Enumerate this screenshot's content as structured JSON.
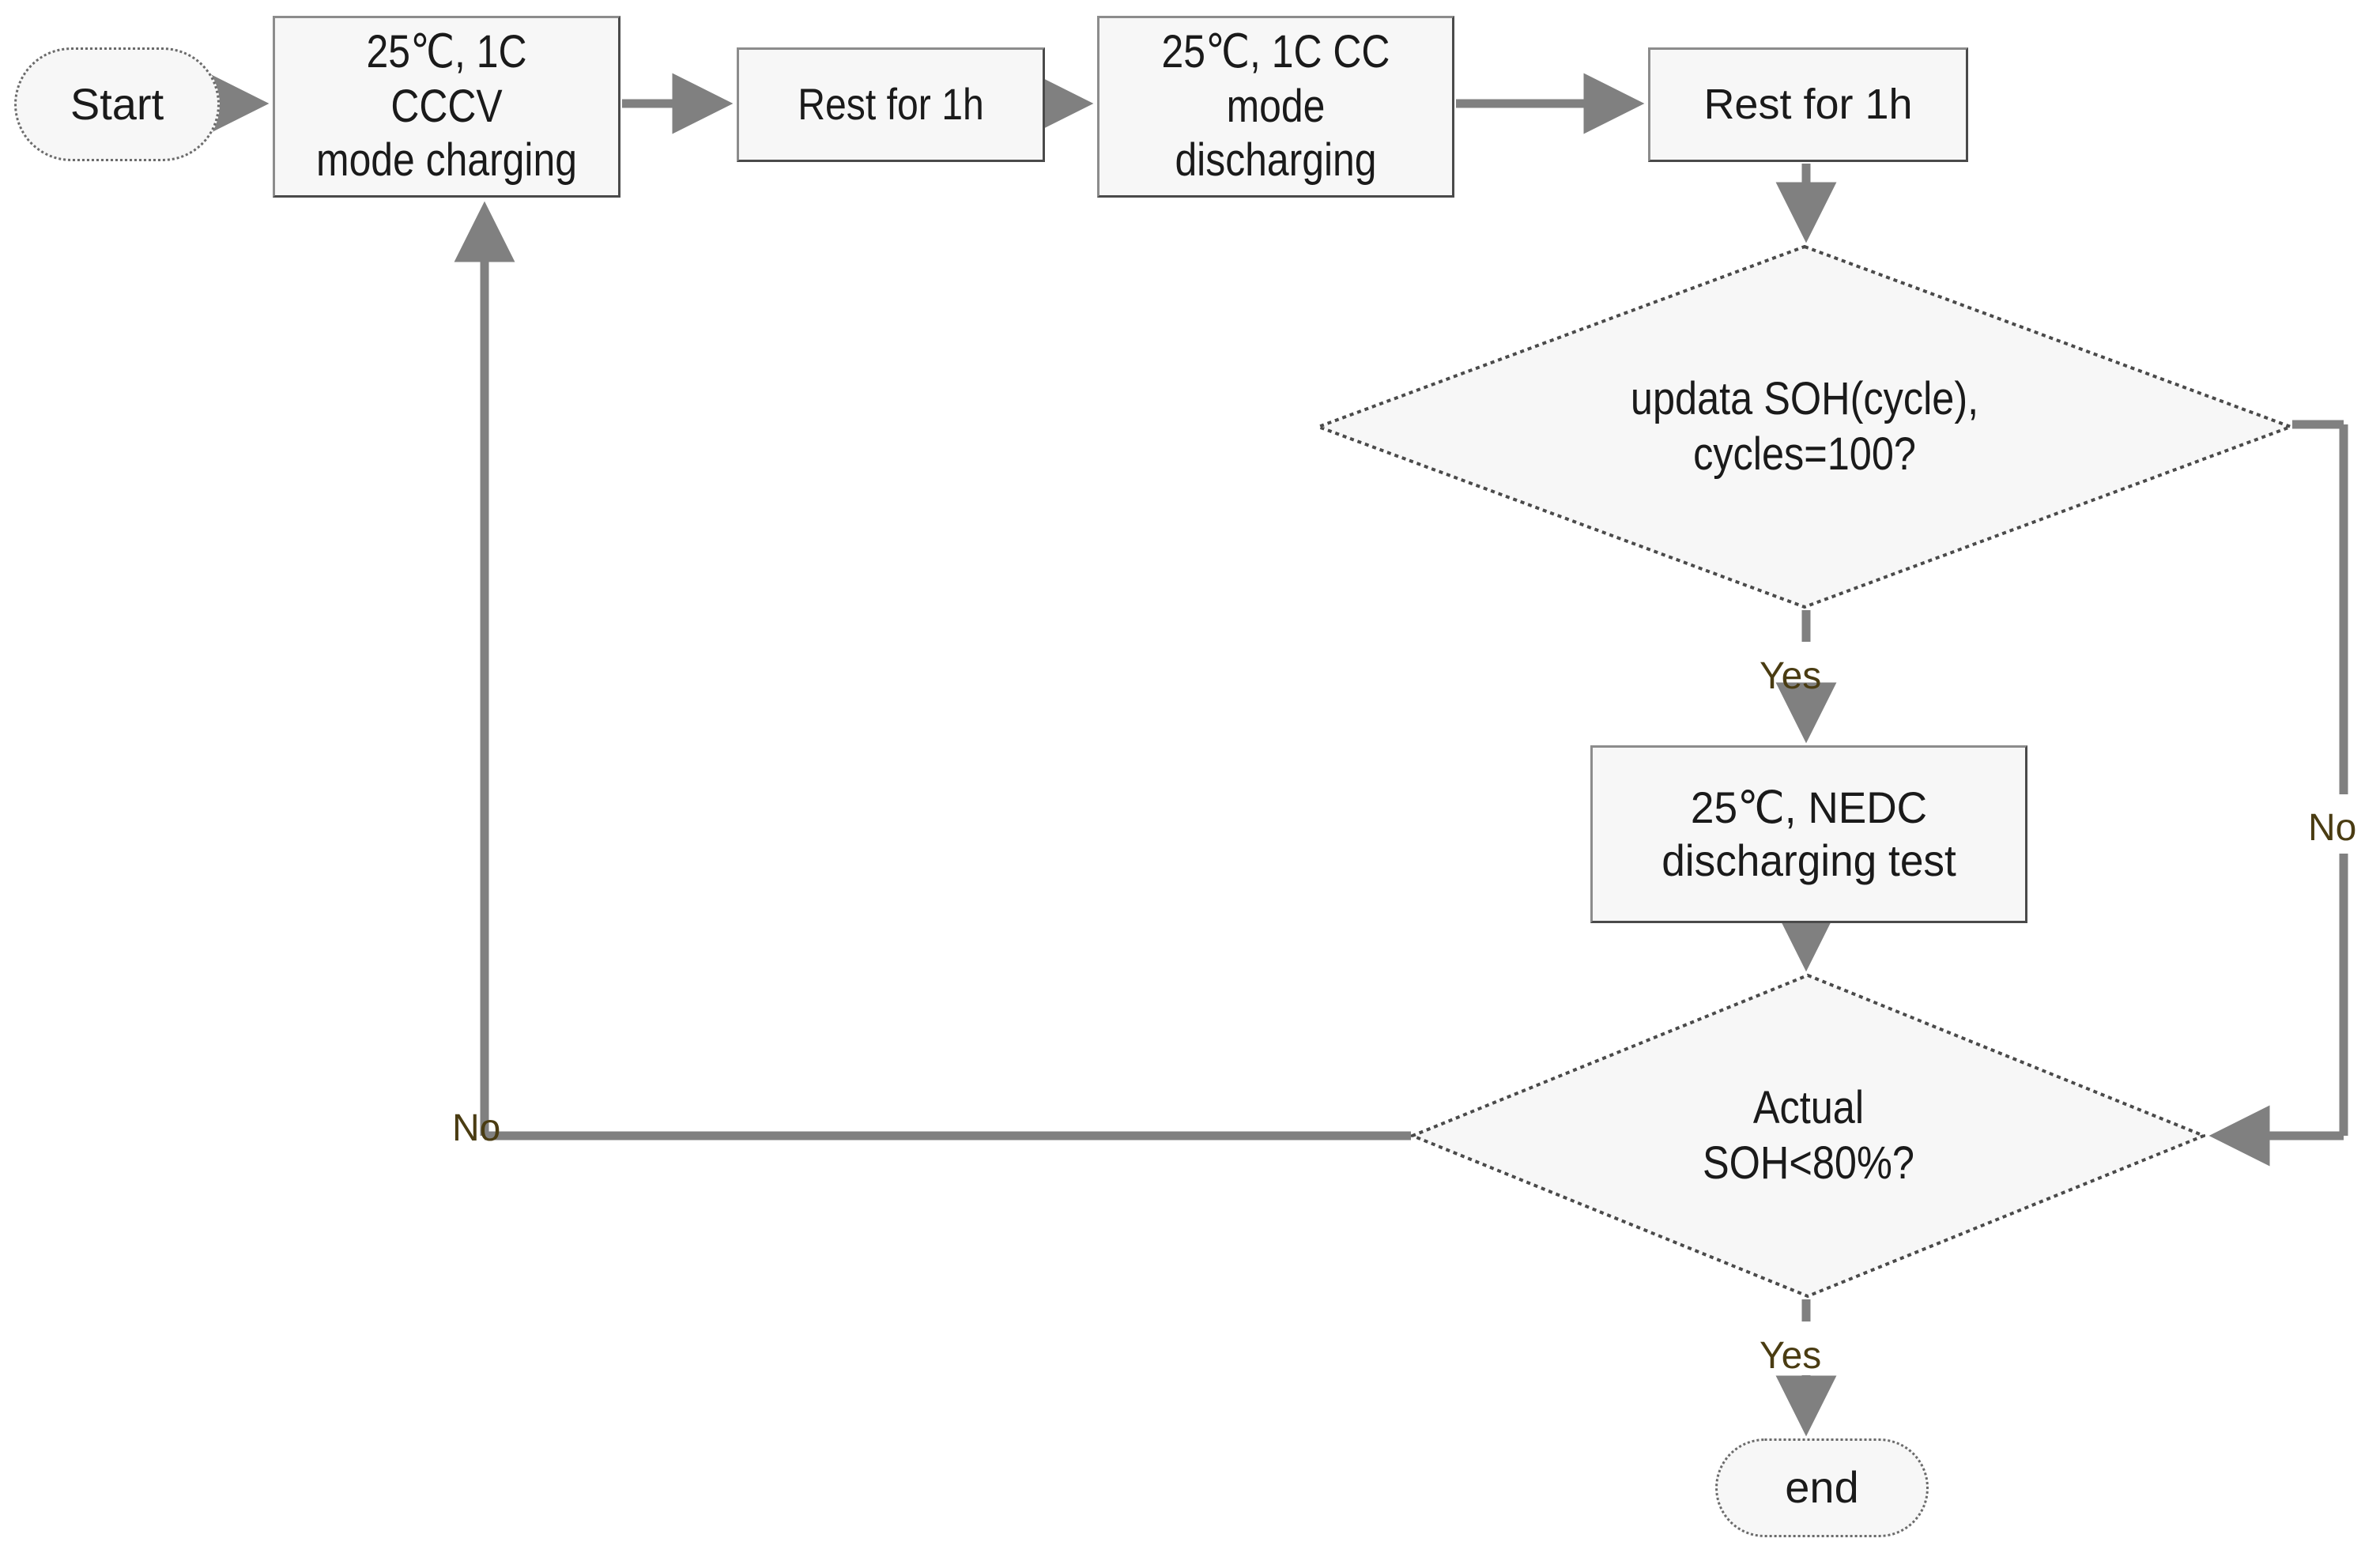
{
  "diagram": {
    "title": "Battery cycling and SOH evaluation flowchart",
    "type": "flowchart",
    "colors": {
      "node_fill": "#f7f7f7",
      "node_border": "#8c8c8c",
      "connector": "#808080",
      "text": "#1a1a1a",
      "edge_label_text": "#4a3c12",
      "background": "#ffffff"
    },
    "nodes": {
      "start": {
        "label": "Start",
        "shape": "terminator"
      },
      "charge": {
        "label": "25℃, 1C CCCV\nmode charging",
        "shape": "process"
      },
      "rest1": {
        "label": "Rest for 1h",
        "shape": "process"
      },
      "discharge": {
        "label": "25℃, 1C CC mode\ndischarging",
        "shape": "process"
      },
      "rest2": {
        "label": "Rest for 1h",
        "shape": "process"
      },
      "cycles_decision": {
        "label": "updata  SOH(cycle),\ncycles=100?",
        "shape": "decision"
      },
      "nedc": {
        "label": "25℃, NEDC\ndischarging test",
        "shape": "process"
      },
      "soh_decision": {
        "label": "Actual\nSOH<80%?",
        "shape": "decision"
      },
      "end": {
        "label": "end",
        "shape": "terminator"
      }
    },
    "edge_labels": {
      "cycles_yes": "Yes",
      "cycles_no": "No",
      "soh_no": "No",
      "soh_yes": "Yes"
    }
  }
}
